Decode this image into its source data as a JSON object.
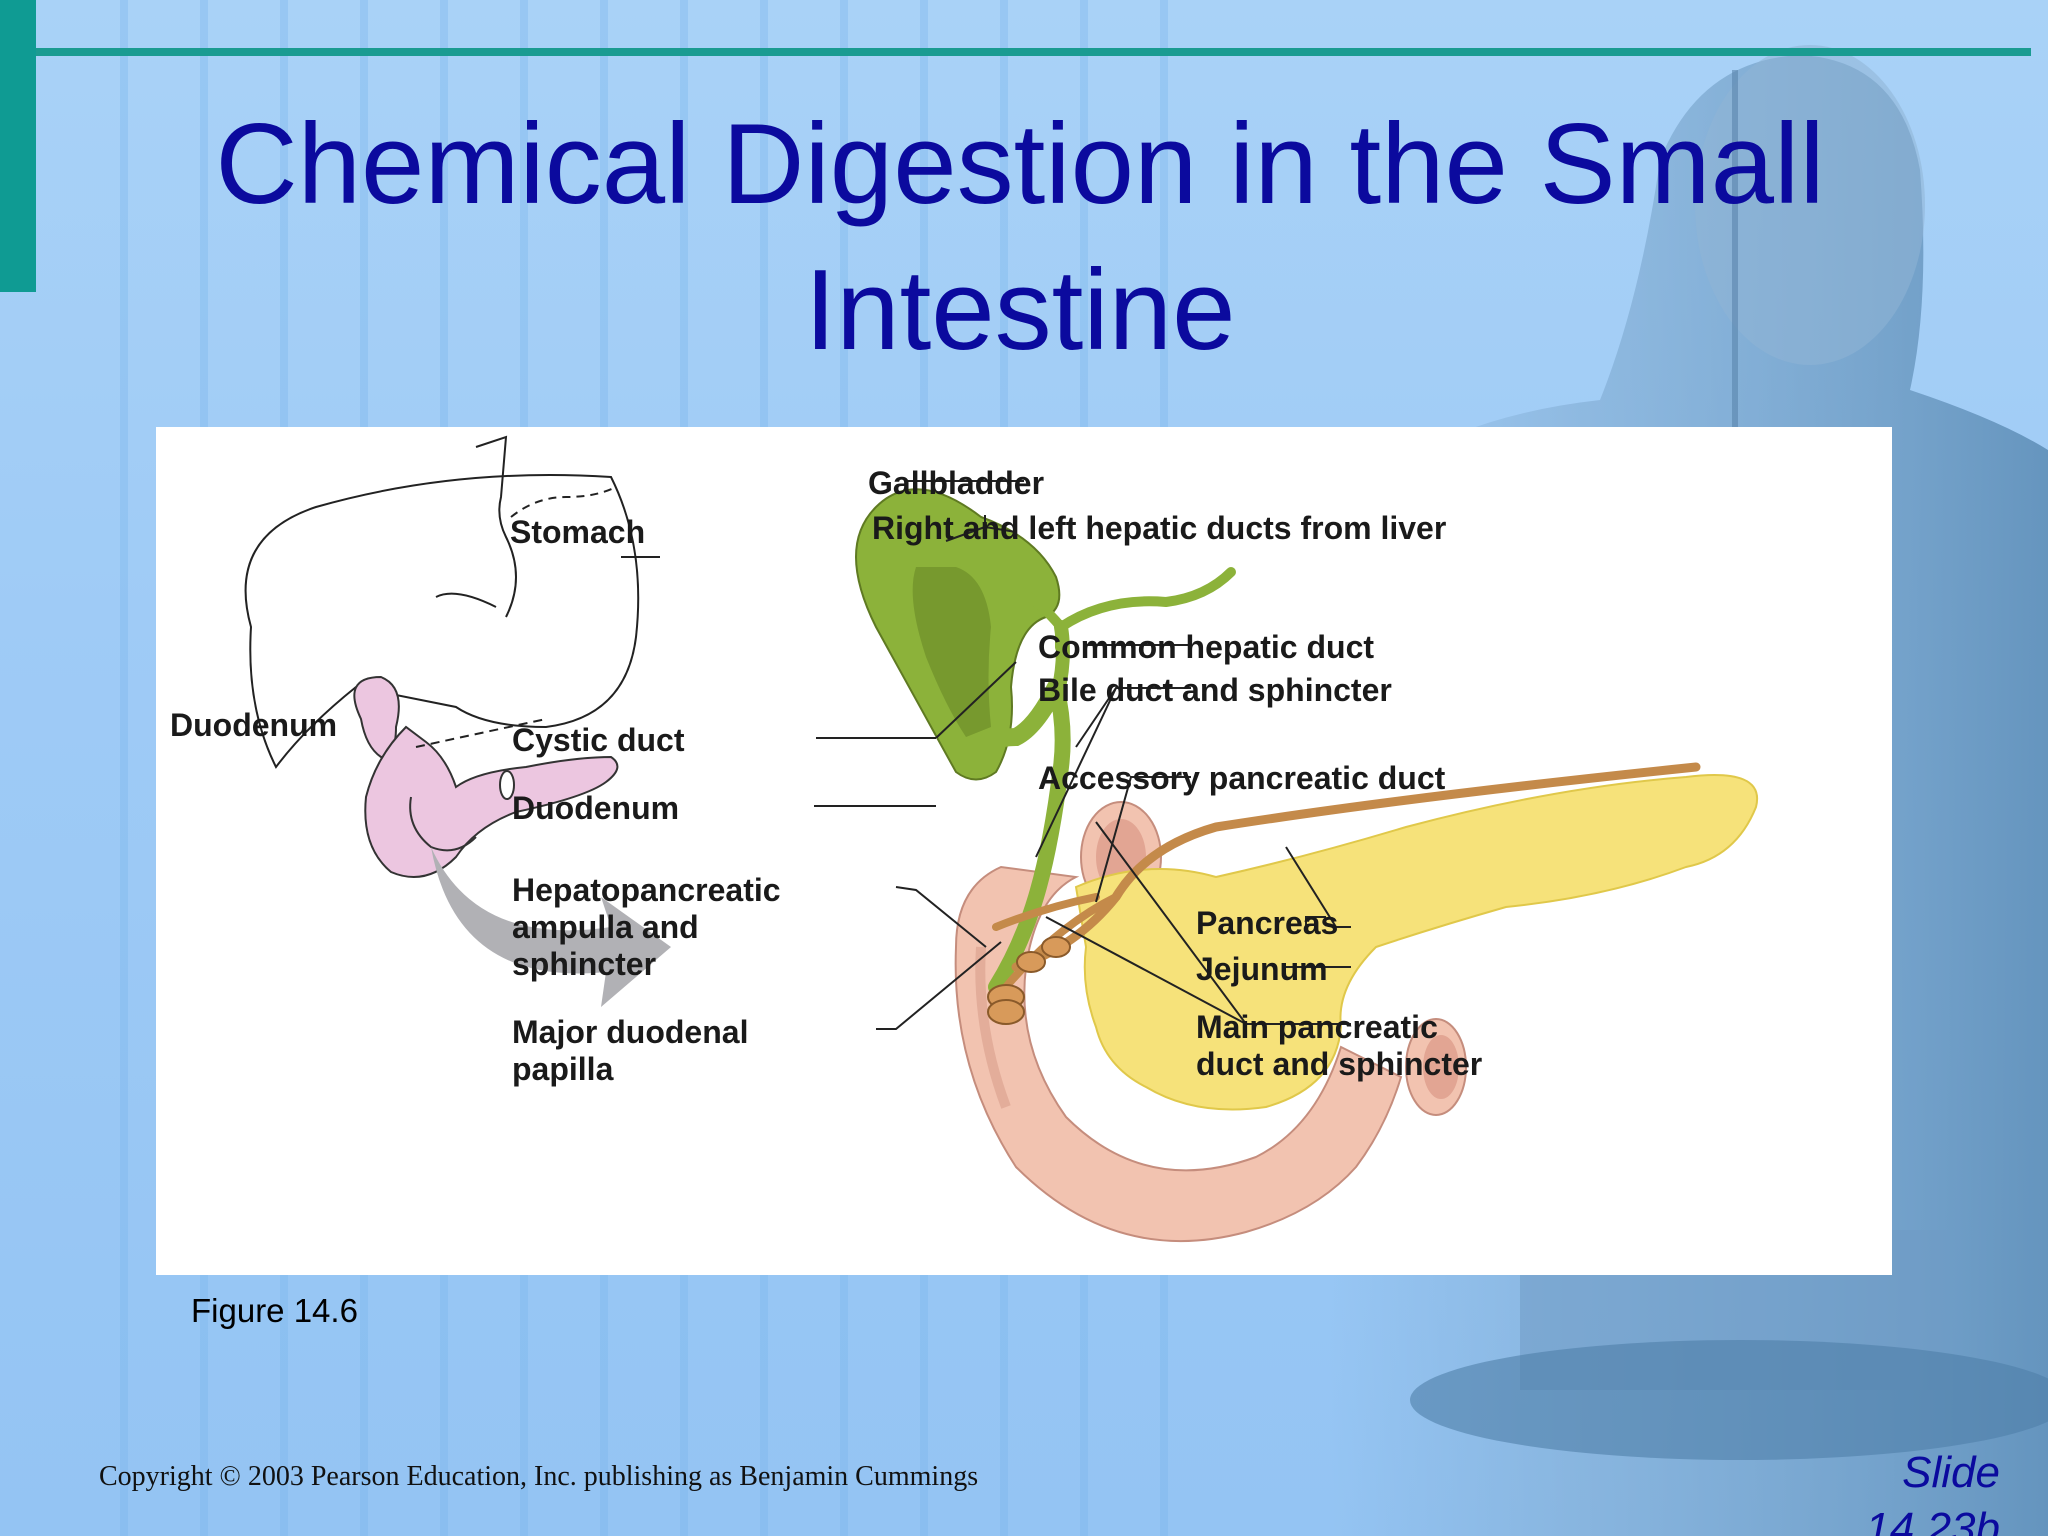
{
  "slide": {
    "title": "Chemical Digestion in the Small Intestine",
    "caption": "Figure 14.6",
    "copyright": "Copyright © 2003 Pearson Education, Inc. publishing as Benjamin Cummings",
    "slide_number": "Slide\n14.23b"
  },
  "colors": {
    "title": "#0b0a9e",
    "accent": "#0f9b93",
    "background": "#9fcbf6",
    "gallbladder": "#8cb23a",
    "pancreas": "#f6e27a",
    "duodenum": "#f2c3b0",
    "stomach_outline_pink": "#ecc6e0"
  },
  "diagram": {
    "labels": {
      "stomach": "Stomach",
      "duodenum_small": "Duodenum",
      "gallbladder": "Gallbladder",
      "hepatic_ducts": "Right and left hepatic ducts from liver",
      "common_hepatic": "Common hepatic duct",
      "bile_duct": "Bile duct and sphincter",
      "cystic_duct": "Cystic duct",
      "accessory_duct": "Accessory pancreatic duct",
      "duodenum": "Duodenum",
      "hepatopancreatic": "Hepatopancreatic\nampulla and\nsphincter",
      "pancreas": "Pancreas",
      "jejunum": "Jejunum",
      "major_papilla": "Major duodenal\npapilla",
      "main_duct": "Main pancreatic\nduct and sphincter"
    }
  }
}
